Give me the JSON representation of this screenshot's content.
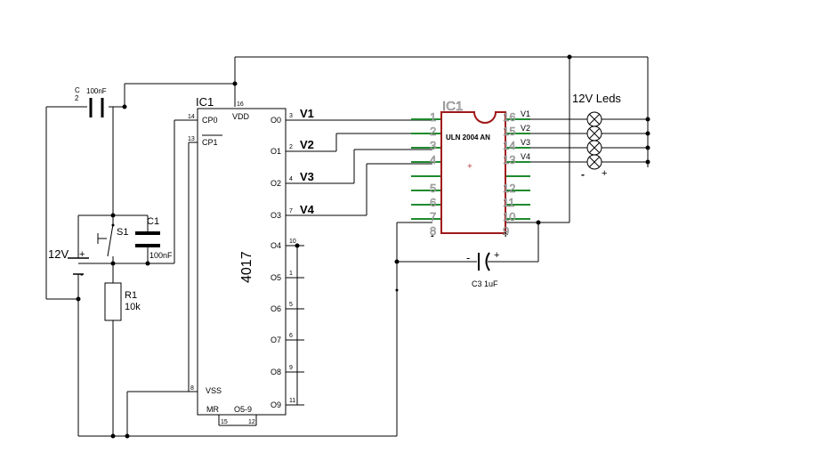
{
  "ic1": {
    "label": "IC1",
    "part": "4017",
    "pins_left": [
      {
        "num": "14",
        "name": "CP0"
      },
      {
        "num": "13",
        "name": "CP1"
      },
      {
        "num": "8",
        "name": "VSS"
      }
    ],
    "vdd": {
      "num": "16",
      "name": "VDD"
    },
    "mr": {
      "num": "15",
      "name": "MR"
    },
    "o59": {
      "num": "12",
      "name": "O5-9"
    },
    "pins_right": [
      {
        "num": "3",
        "name": "O0"
      },
      {
        "num": "2",
        "name": "O1"
      },
      {
        "num": "4",
        "name": "O2"
      },
      {
        "num": "7",
        "name": "O3"
      },
      {
        "num": "10",
        "name": "O4"
      },
      {
        "num": "1",
        "name": "O5"
      },
      {
        "num": "5",
        "name": "O6"
      },
      {
        "num": "6",
        "name": "O7"
      },
      {
        "num": "9",
        "name": "O8"
      },
      {
        "num": "11",
        "name": "O9"
      }
    ],
    "outputs": [
      "V1",
      "V2",
      "V3",
      "V4"
    ]
  },
  "uln": {
    "label": "IC1",
    "part": "ULN 2004 AN",
    "left_pins": [
      "1",
      "2",
      "3",
      "4",
      "5",
      "6",
      "7",
      "8"
    ],
    "right_pins": [
      "16",
      "15",
      "14",
      "13",
      "12",
      "11",
      "10",
      "9"
    ],
    "right_labels": [
      "V1",
      "V2",
      "V3",
      "V4"
    ],
    "plus_center": "+",
    "minus": "-",
    "plus": "+"
  },
  "c2": {
    "ref_line1": "C",
    "ref_line2": "2",
    "value": "100nF"
  },
  "c1": {
    "ref": "C1",
    "value": "100nF"
  },
  "c3": {
    "label": "C3 1uF",
    "minus": "-",
    "plus": "+"
  },
  "s1": {
    "ref": "S1"
  },
  "r1": {
    "ref": "R1",
    "value": "10k"
  },
  "battery": {
    "label": "12V",
    "plus": "+",
    "minus": "-"
  },
  "leds": {
    "label": "12V Leds",
    "minus": "-",
    "plus": "+"
  }
}
